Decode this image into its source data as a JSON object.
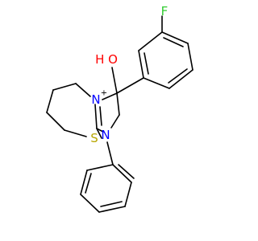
{
  "molecule": {
    "atoms": {
      "fluorine": {
        "label": "F",
        "color": "#33cc33"
      },
      "hydroxyl": {
        "label": "H O",
        "color": "#ff0000"
      },
      "ring_nitrogen": {
        "label": "N",
        "color": "#0000ff"
      },
      "ring_nitrogen_charge": {
        "label": "+",
        "color": "#000000"
      },
      "amine_nitrogen": {
        "label": "N",
        "color": "#0000ff"
      },
      "sulfur": {
        "label": "S",
        "color": "#b8a600"
      }
    },
    "bond_color": "#000000",
    "background": "#ffffff"
  }
}
